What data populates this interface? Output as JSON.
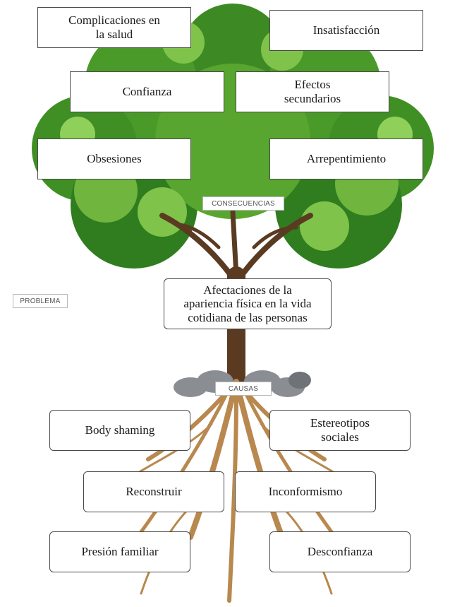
{
  "consecuencias": {
    "label": "CONSECUENCIAS",
    "items": [
      "Complicaciones en\nla salud",
      "Insatisfacción",
      "Confianza",
      "Efectos\nsecundarios",
      "Obsesiones",
      "Arrepentimiento"
    ]
  },
  "problema": {
    "label": "PROBLEMA",
    "text": "Afectaciones de la\napariencia física en la vida\ncotidiana de las personas"
  },
  "causas": {
    "label": "CAUSAS",
    "items": [
      "Body shaming",
      "Estereotipos\nsociales",
      "Reconstruir",
      "Inconformismo",
      "Presión familiar",
      "Desconfianza"
    ]
  },
  "colors": {
    "foliage_dark": "#2f7d1e",
    "foliage_mid": "#4f9d2c",
    "foliage_light": "#7fc34a",
    "trunk": "#5a3b22",
    "roots": "#b8884e",
    "stones": "#8a8e93"
  }
}
